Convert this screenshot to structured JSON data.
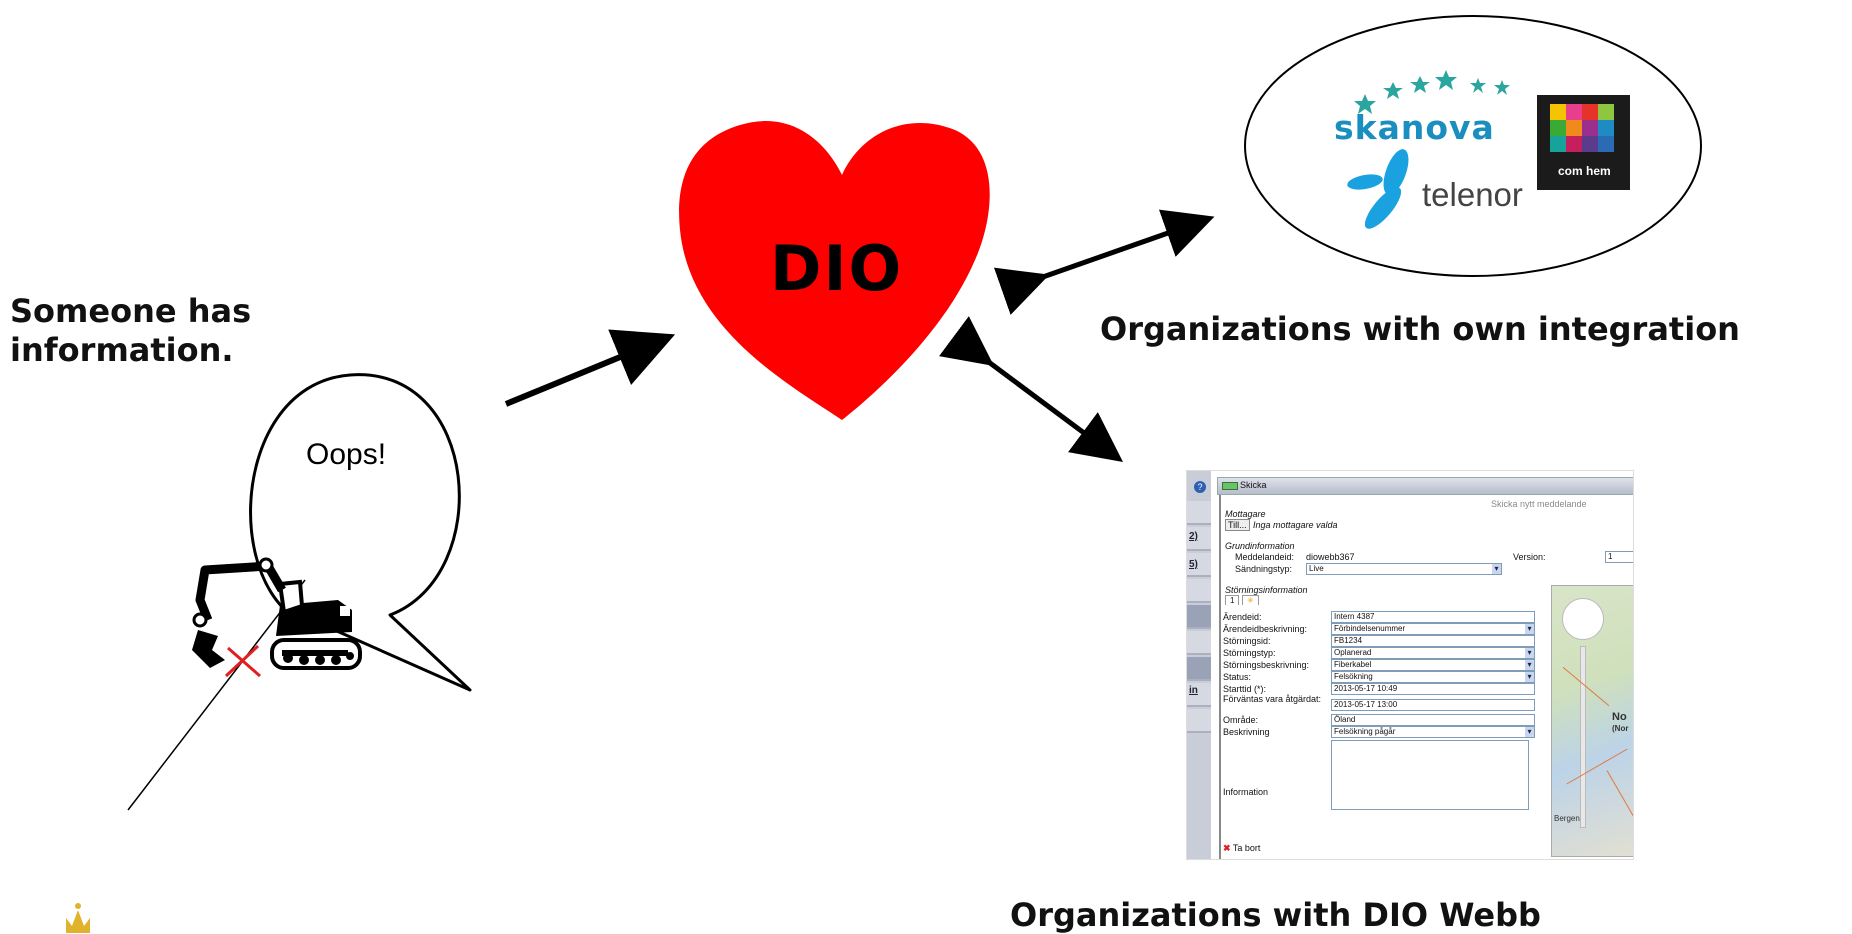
{
  "labels": {
    "someone_has_information": "Someone has\ninformation.",
    "oops": "Oops!",
    "dio": "DIO",
    "organizations_own_integration": "Organizations with own integration",
    "organizations_dio_webb": "Organizations with DIO Webb"
  },
  "logos": {
    "skanova": "skanova",
    "telenor": "telenor",
    "comhem": "com hem"
  },
  "colors": {
    "heart": "#ff0000",
    "skanova_blue": "#1a8fbf",
    "telenor_blue": "#1aa2e0"
  },
  "dio_webb_screenshot": {
    "send_button": "Skicka",
    "heading": "Skicka nytt meddelande",
    "recipients": {
      "label": "Mottagare",
      "to_button": "Till...",
      "value": "Inga mottagare valda"
    },
    "basic_info": {
      "label": "Grundinformation",
      "message_id_label": "Meddelandeid:",
      "message_id": "diowebb367",
      "version_label": "Version:",
      "version": "1",
      "send_type_label": "Sändningstyp:",
      "send_type": "Live"
    },
    "disturbance_info": {
      "label": "Störningsinformation",
      "tab": "1",
      "fields": [
        {
          "label": "Ärendeid:",
          "value": "Intern 4387"
        },
        {
          "label": "Ärendeidbeskrivning:",
          "value": "Förbindelsenummer"
        },
        {
          "label": "Störningsid:",
          "value": "FB1234"
        },
        {
          "label": "Störningstyp:",
          "value": "Oplanerad"
        },
        {
          "label": "Störningsbeskrivning:",
          "value": "Fiberkabel"
        },
        {
          "label": "Status:",
          "value": "Felsökning"
        },
        {
          "label": "Starttid (*):",
          "value": "2013-05-17 10:49"
        },
        {
          "label": "Förväntas vara åtgärdat:",
          "value": "2013-05-17 13:00"
        },
        {
          "label": "Område:",
          "value": "Öland"
        },
        {
          "label": "Beskrivning",
          "value": "Felsökning pågår"
        }
      ],
      "information_label": "Information",
      "remove_label": "Ta bort"
    },
    "map_labels": {
      "country": "No",
      "country_sub": "(Nor",
      "city": "Bergen"
    },
    "side_links": [
      "2)",
      "5)",
      "in"
    ]
  }
}
